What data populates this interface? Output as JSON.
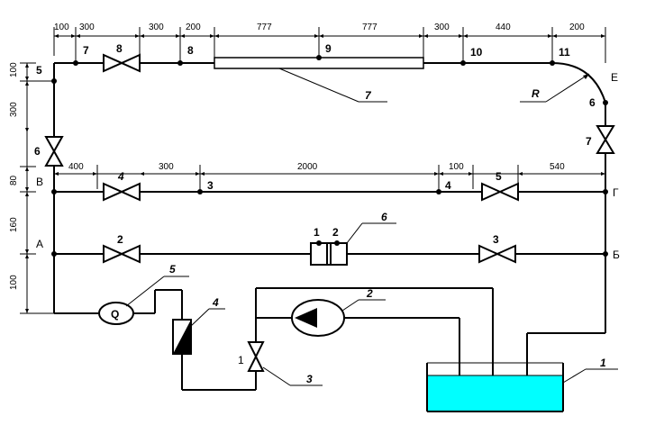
{
  "dimensions": {
    "top_row": [
      "100",
      "300",
      "300",
      "200",
      "777",
      "777",
      "300",
      "440",
      "200"
    ],
    "middle_row": [
      "400",
      "300",
      "2000",
      "100",
      "540"
    ],
    "left_column": [
      "100",
      "300",
      "80",
      "160",
      "100"
    ]
  },
  "nodes": {
    "A": "А",
    "B": "Б",
    "V": "В",
    "G": "Г",
    "E": "Е"
  },
  "points": {
    "p1": "1",
    "p2": "2",
    "p3": "3",
    "p4": "4",
    "p5": "5",
    "p6_left": "6",
    "p6_right": "6",
    "p7": "7",
    "p8": "8",
    "p9": "9",
    "p10": "10",
    "p11": "11"
  },
  "valves": {
    "v1": "1",
    "v2": "2",
    "v3": "3",
    "v4": "4",
    "v5": "5",
    "v6": "6",
    "v7": "7",
    "v8": "8"
  },
  "components": {
    "tank": "1",
    "pump": "2",
    "valve_main": "3",
    "rotameter": "4",
    "flowmeter": "5",
    "diaphragm": "6",
    "heat_tube": "7",
    "radius": "R",
    "flow_symbol": "Q"
  },
  "colors": {
    "water": "#00ffff",
    "lines": "#000000",
    "background": "#ffffff"
  }
}
